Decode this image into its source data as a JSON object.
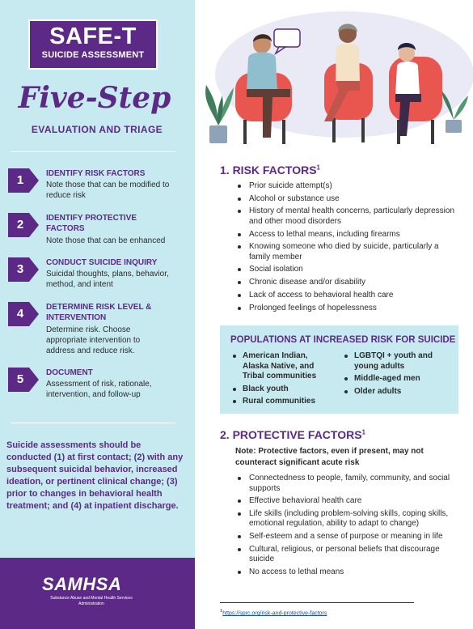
{
  "header": {
    "logo_title": "SAFE-T",
    "logo_subtitle": "SUICIDE ASSESSMENT",
    "headline": "Five-Step",
    "subheadline": "EVALUATION AND TRIAGE"
  },
  "steps": [
    {
      "number": "1",
      "title": "IDENTIFY RISK FACTORS",
      "desc": "Note those that can be modified to reduce risk"
    },
    {
      "number": "2",
      "title": "IDENTIFY PROTECTIVE FACTORS",
      "desc": "Note those that can be enhanced"
    },
    {
      "number": "3",
      "title": "CONDUCT SUICIDE INQUIRY",
      "desc": "Suicidal thoughts, plans, behavior, method, and intent"
    },
    {
      "number": "4",
      "title": "DETERMINE RISK LEVEL & INTERVENTION",
      "desc": "Determine risk. Choose appropriate intervention to address and reduce risk."
    },
    {
      "number": "5",
      "title": "DOCUMENT",
      "desc": "Assessment of risk, rationale, intervention, and follow-up"
    }
  ],
  "assessment_note": "Suicide assessments should be conducted (1) at first contact; (2) with any subsequent suicidal behavior, increased ideation, or pertinent clinical change; (3) prior to changes in behavioral health treatment; and (4) at inpatient discharge.",
  "footer": {
    "logo": "SAMHSA",
    "logo_sub": "Substance Abuse and Mental Health Services Administration"
  },
  "risk_factors": {
    "title": "1. RISK FACTORS",
    "sup": "1",
    "items": [
      "Prior suicide attempt(s)",
      "Alcohol or substance use",
      "History of mental health concerns, particularly depression and other mood disorders",
      "Access to lethal means, including firearms",
      "Knowing someone who died by suicide, particularly a family member",
      "Social isolation",
      "Chronic disease and/or disability",
      "Lack of access to behavioral health care",
      "Prolonged feelings of hopelessness"
    ]
  },
  "populations": {
    "title": "POPULATIONS AT INCREASED RISK FOR SUICIDE",
    "left": [
      "American Indian, Alaska Native, and Tribal communities",
      "Black youth",
      "Rural communities"
    ],
    "right": [
      "LGBTQI + youth and young adults",
      "Middle-aged men",
      "Older adults"
    ]
  },
  "protective_factors": {
    "title": "2. PROTECTIVE FACTORS",
    "sup": "1",
    "note": "Note: Protective factors, even if present, may not counteract significant acute risk",
    "items": [
      "Connectedness to people, family, community, and social supports",
      "Effective behavioral health care",
      "Life skills (including problem-solving skills, coping skills, emotional regulation, ability to adapt to change)",
      "Self-esteem and a sense of purpose or meaning in life",
      "Cultural, religious, or personal beliefs that discourage suicide",
      "No access to lethal means"
    ]
  },
  "footnote": {
    "marker": "1",
    "link": "https://sprc.org/risk-and-protective-factors"
  },
  "colors": {
    "purple": "#5c2a86",
    "light_blue": "#c6eaf0",
    "coral": "#e8564f"
  }
}
